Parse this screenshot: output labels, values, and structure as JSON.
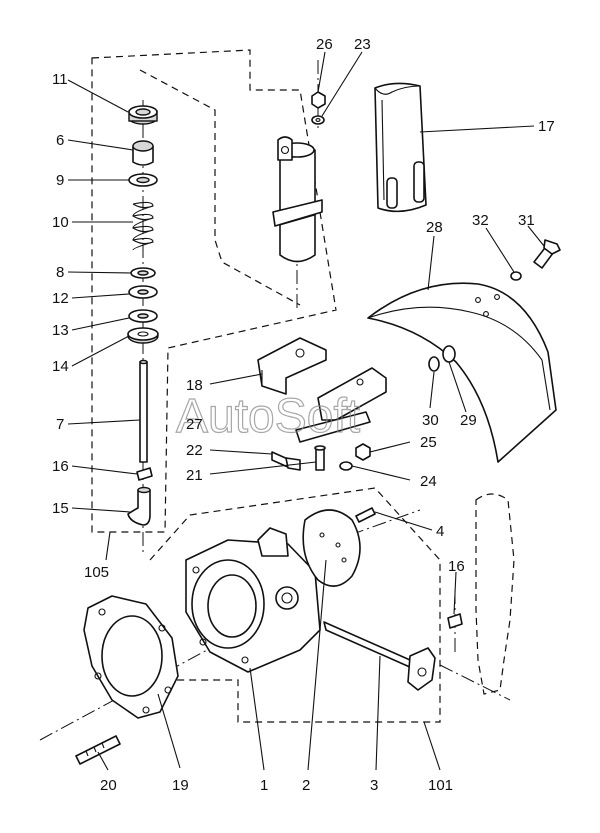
{
  "watermark": "AutoSoft",
  "callouts": [
    {
      "id": "c11",
      "label": "11"
    },
    {
      "id": "c6",
      "label": "6"
    },
    {
      "id": "c9",
      "label": "9"
    },
    {
      "id": "c10",
      "label": "10"
    },
    {
      "id": "c8",
      "label": "8"
    },
    {
      "id": "c12",
      "label": "12"
    },
    {
      "id": "c13",
      "label": "13"
    },
    {
      "id": "c14",
      "label": "14"
    },
    {
      "id": "c7",
      "label": "7"
    },
    {
      "id": "c16a",
      "label": "16"
    },
    {
      "id": "c15",
      "label": "15"
    },
    {
      "id": "c105",
      "label": "105"
    },
    {
      "id": "c26",
      "label": "26"
    },
    {
      "id": "c23",
      "label": "23"
    },
    {
      "id": "c17",
      "label": "17"
    },
    {
      "id": "c28",
      "label": "28"
    },
    {
      "id": "c32",
      "label": "32"
    },
    {
      "id": "c31",
      "label": "31"
    },
    {
      "id": "c18",
      "label": "18"
    },
    {
      "id": "c27",
      "label": "27"
    },
    {
      "id": "c22",
      "label": "22"
    },
    {
      "id": "c21",
      "label": "21"
    },
    {
      "id": "c30",
      "label": "30"
    },
    {
      "id": "c29",
      "label": "29"
    },
    {
      "id": "c25",
      "label": "25"
    },
    {
      "id": "c24",
      "label": "24"
    },
    {
      "id": "c4",
      "label": "4"
    },
    {
      "id": "c16b",
      "label": "16"
    },
    {
      "id": "c20",
      "label": "20"
    },
    {
      "id": "c19",
      "label": "19"
    },
    {
      "id": "c1",
      "label": "1"
    },
    {
      "id": "c2",
      "label": "2"
    },
    {
      "id": "c3",
      "label": "3"
    },
    {
      "id": "c101",
      "label": "101"
    }
  ]
}
